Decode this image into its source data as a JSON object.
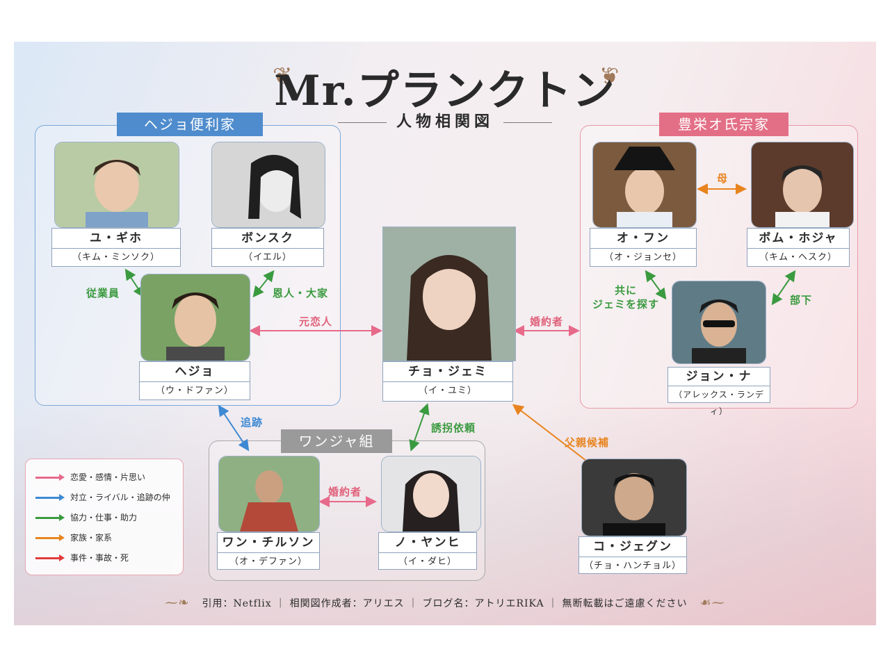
{
  "title": "Mr.プランクトン",
  "subtitle": "人物相関図",
  "groups": {
    "hejo": "ヘジョ便利家",
    "hoyoung": "豊栄オ氏宗家",
    "wanja": "ワンジャ組"
  },
  "characters": {
    "yugiho": {
      "name": "ユ・ギホ",
      "actor": "（キム・ミンソク）"
    },
    "bonsuku": {
      "name": "ボンスク",
      "actor": "（イエル）"
    },
    "hejo": {
      "name": "ヘジョ",
      "actor": "（ウ・ドファン）"
    },
    "jemi": {
      "name": "チョ・ジェミ",
      "actor": "（イ・ユミ）"
    },
    "ofun": {
      "name": "オ・フン",
      "actor": "（オ・ジョンセ）"
    },
    "bomhojya": {
      "name": "ボム・ホジャ",
      "actor": "（キム・ヘスク）"
    },
    "jonna": {
      "name": "ジョン・ナ",
      "actor": "（アレックス・ランディ）"
    },
    "wanchirusun": {
      "name": "ワン・チルソン",
      "actor": "（オ・デファン）"
    },
    "noyanhi": {
      "name": "ノ・ヤンヒ",
      "actor": "（イ・ダヒ）"
    },
    "kojegun": {
      "name": "コ・ジェグン",
      "actor": "（チョ・ハンチョル）"
    }
  },
  "relations": {
    "employee": "従業員",
    "landlord": "恩人・大家",
    "ex_lover": "元恋人",
    "fiance1": "婚約者",
    "mother": "母",
    "search_jemi": "共に\nジェミを探す",
    "subordinate": "部下",
    "chase": "追跡",
    "kidnap": "誘拐依頼",
    "fiance2": "婚約者",
    "father_candidate": "父親候補"
  },
  "legend": [
    {
      "label": "恋愛・感情・片思い",
      "color": "#e76a8a"
    },
    {
      "label": "対立・ライバル・追跡の仲",
      "color": "#3d89d3"
    },
    {
      "label": "協力・仕事・助力",
      "color": "#3a9a3f"
    },
    {
      "label": "家族・家系",
      "color": "#e8841f"
    },
    {
      "label": "事件・事故・死",
      "color": "#e23b3b"
    }
  ],
  "footer": "引用：Netflix ｜ 相関図作成者：アリエス ｜ ブログ名：アトリエRIKA ｜ 無断転載はご遠慮ください",
  "icons": {
    "ornament": "flourish-icon",
    "photo": "portrait-icon"
  }
}
